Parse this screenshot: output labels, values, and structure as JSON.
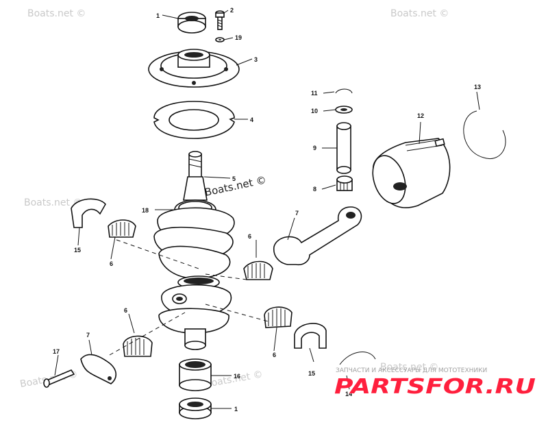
{
  "watermarks": {
    "boats": "Boats.net ©"
  },
  "callouts": {
    "c1_top": "1",
    "c2": "2",
    "c19": "19",
    "c3": "3",
    "c4": "4",
    "c5": "5",
    "c18": "18",
    "c15_left": "15",
    "c6_left": "6",
    "c6_mid": "6",
    "c6_lower": "6",
    "c6_right": "6",
    "c7_rod": "7",
    "c7_cap": "7",
    "c17": "17",
    "c16": "16",
    "c1_bottom": "1",
    "c11": "11",
    "c10": "10",
    "c9": "9",
    "c8": "8",
    "c12": "12",
    "c13": "13",
    "c15_right": "15",
    "c14": "14"
  },
  "brand": {
    "subtitle": "ЗАПЧАСТИ И АКСЕССУАРЫ ДЛЯ МОТОТЕХНИКИ",
    "logo": "PARTSFOR.RU"
  },
  "colors": {
    "ink": "#111111",
    "watermark": "#c9c9c9",
    "logo_red": "#ff1f3d"
  }
}
